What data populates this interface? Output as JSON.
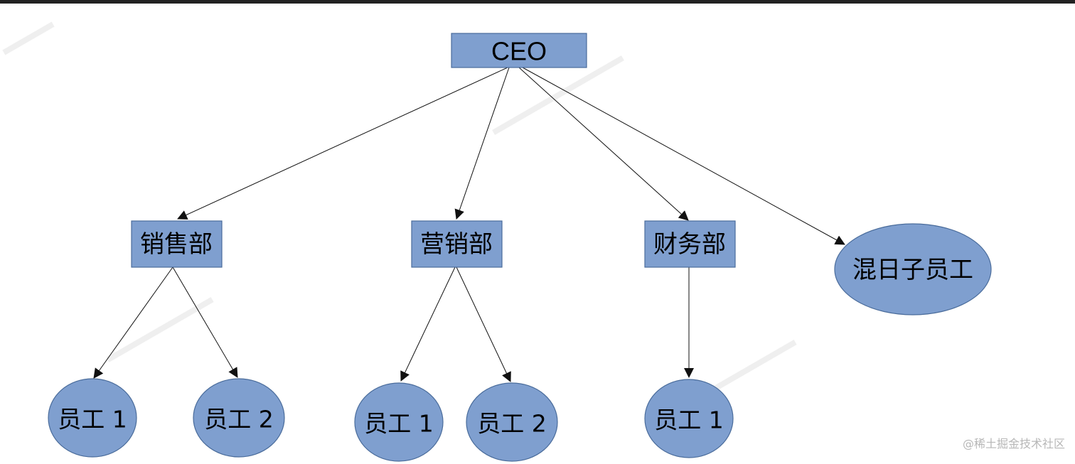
{
  "nodes": {
    "ceo": "CEO",
    "sales": "销售部",
    "marketing": "营销部",
    "finance": "财务部",
    "slacker": "混日子员工",
    "sales_emp1": "员工 1",
    "sales_emp2": "员工 2",
    "marketing_emp1": "员工 1",
    "marketing_emp2": "员工 2",
    "finance_emp1": "员工 1"
  },
  "colors": {
    "node_fill": "#7f9fcf",
    "node_stroke": "#4a6c9b",
    "edge": "#111111"
  },
  "watermark": "@稀土掘金技术社区"
}
